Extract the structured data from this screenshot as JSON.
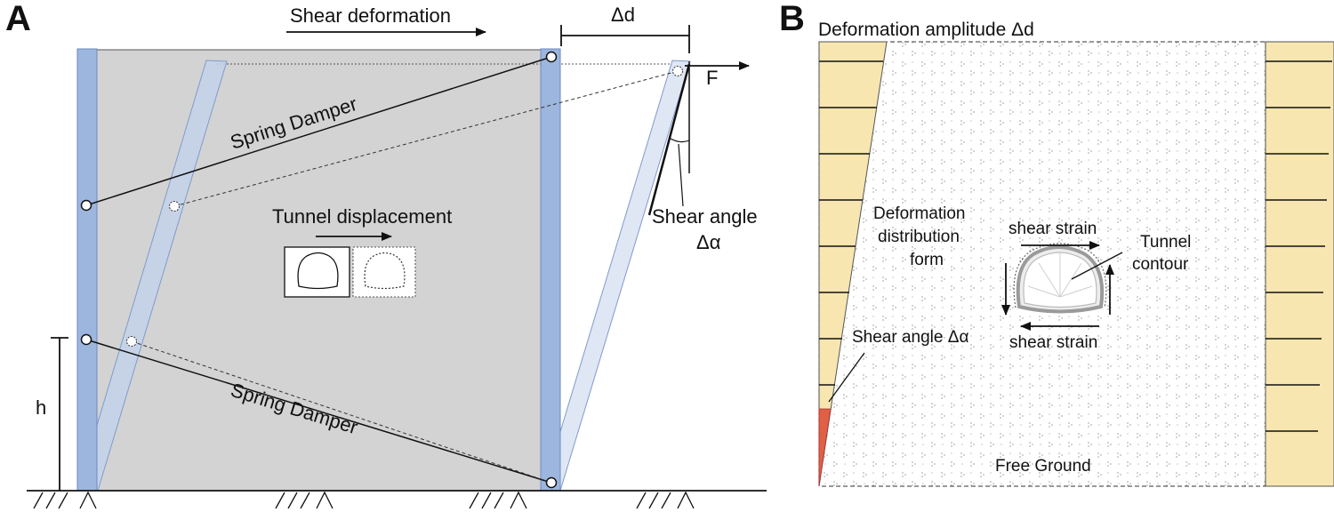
{
  "panel_a": {
    "letter": "A",
    "shear_deformation": "Shear deformation",
    "delta_d": "Δd",
    "force": "F",
    "spring_damper_top": "Spring Damper",
    "spring_damper_bottom": "Spring Damper",
    "tunnel_displacement": "Tunnel displacement",
    "shear_angle_line1": "Shear angle",
    "shear_angle_line2": "Δα",
    "height": "h"
  },
  "panel_b": {
    "letter": "B",
    "deformation_amplitude": "Deformation amplitude Δd",
    "distribution_line1": "Deformation",
    "distribution_line2": "distribution",
    "distribution_line3": "form",
    "shear_strain_top": "shear strain",
    "shear_strain_bottom": "shear strain",
    "tunnel_contour_line1": "Tunnel",
    "tunnel_contour_line2": "contour",
    "shear_angle": "Shear angle Δα",
    "free_ground": "Free Ground"
  },
  "colors": {
    "soil_box": "#d3d3d3",
    "column": "#9db6dd",
    "column_light": "#c9d6ec",
    "layer_yellow": "#f7e6b0",
    "angle_red": "#e06046"
  }
}
